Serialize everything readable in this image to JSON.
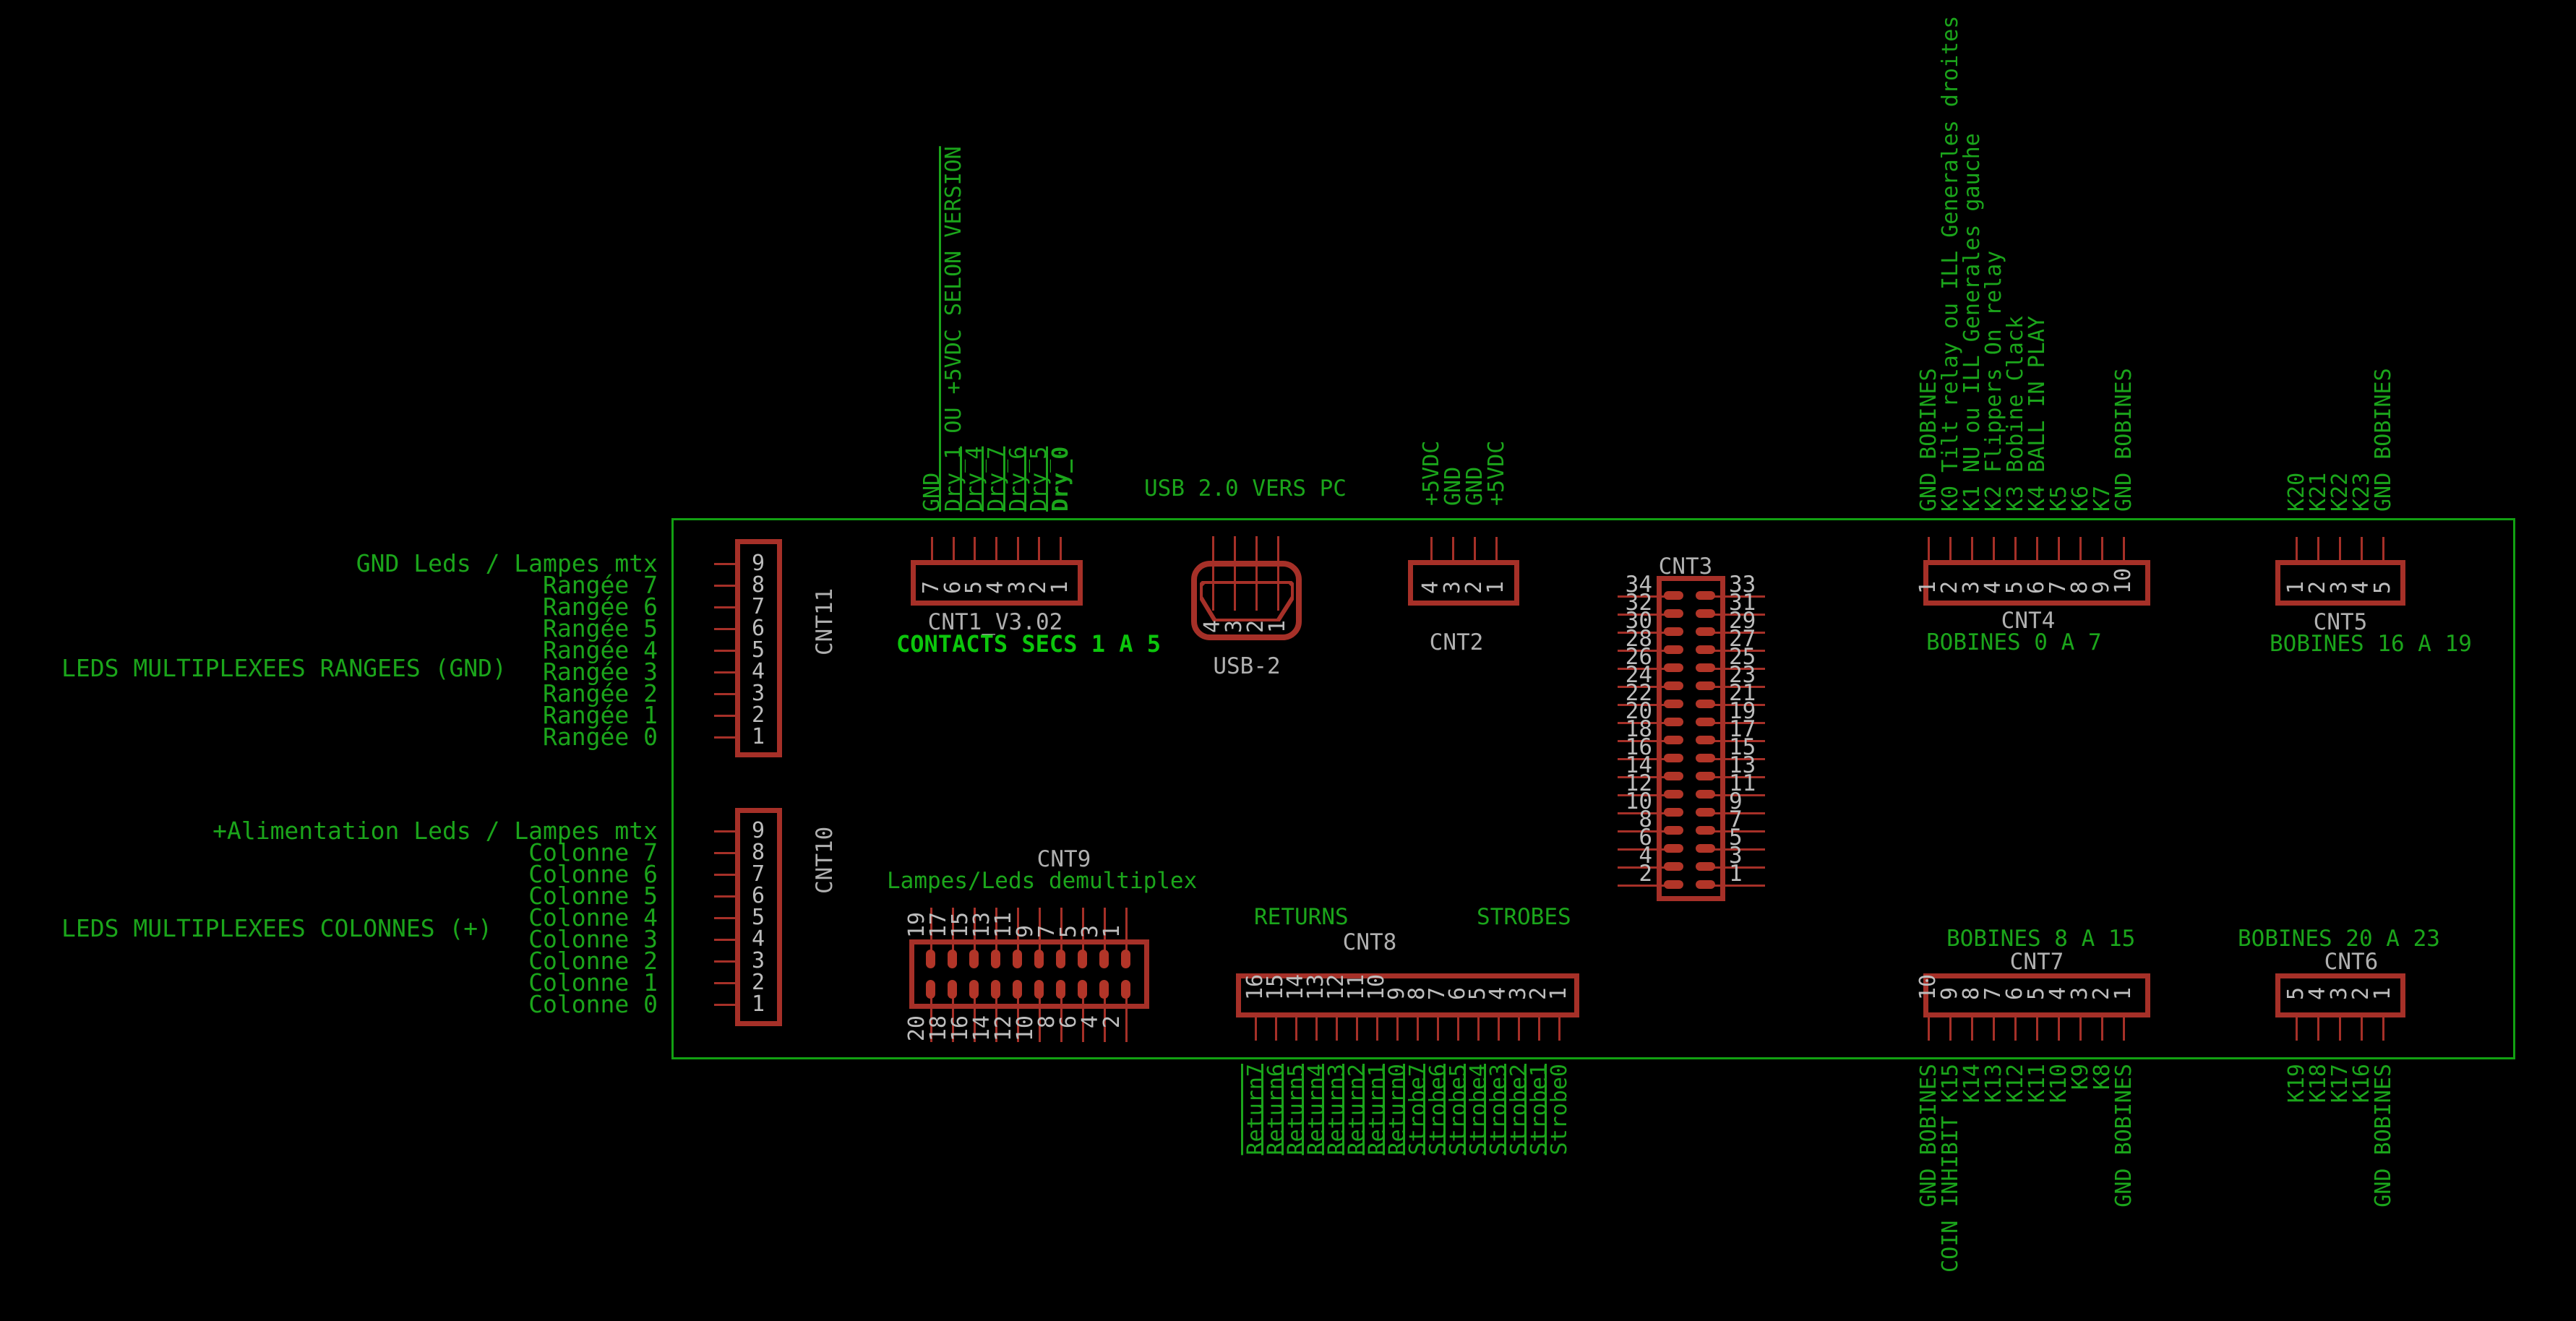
{
  "board": {
    "title": "USB 2.0 VERS PC"
  },
  "colors": {
    "background": "#000000",
    "outline_green": "#12a012",
    "text_green": "#1ba51b",
    "text_green_bright": "#0cc60c",
    "connector_red": "#a63028",
    "pad_red": "#b23528",
    "number_gray": "#bdbdbd",
    "name_gray": "#b0b0b0"
  },
  "left_panel": {
    "rows_title": "GND Leds / Lampes mtx",
    "rows": [
      "Rangée 7",
      "Rangée 6",
      "Rangée 5",
      "Rangée 4",
      "Rangée 3",
      "Rangée 2",
      "Rangée 1",
      "Rangée 0"
    ],
    "rows_caption": "LEDS MULTIPLEXEES RANGEES (GND)",
    "cols_title": "+Alimentation Leds / Lampes mtx",
    "cols": [
      "Colonne 7",
      "Colonne 6",
      "Colonne 5",
      "Colonne 4",
      "Colonne 3",
      "Colonne 2",
      "Colonne 1",
      "Colonne 0"
    ],
    "cols_caption": "LEDS MULTIPLEXEES COLONNES (+)"
  },
  "connectors": {
    "cnt1": {
      "name": "CNT1_V3.02",
      "title": "CONTACTS SECS 1 A 5",
      "pins": [
        7,
        6,
        5,
        4,
        3,
        2,
        1
      ],
      "signals": [
        "GND",
        "Dry_1 OU +5VDC SELON VERSION",
        "Dry_4",
        "Dry_7",
        "Dry_6",
        "Dry_5",
        "Dry_0"
      ]
    },
    "usb2": {
      "name": "USB-2",
      "pins": [
        4,
        3,
        2,
        1
      ]
    },
    "cnt2": {
      "name": "CNT2",
      "pins": [
        4,
        3,
        2,
        1
      ],
      "signals": [
        "+5VDC",
        "GND",
        "GND",
        "+5VDC"
      ]
    },
    "cnt3": {
      "name": "CNT3",
      "left_pins": [
        34,
        32,
        30,
        28,
        26,
        24,
        22,
        20,
        18,
        16,
        14,
        12,
        10,
        8,
        6,
        4,
        2
      ],
      "right_pins": [
        33,
        31,
        29,
        27,
        25,
        23,
        21,
        19,
        17,
        15,
        13,
        11,
        9,
        7,
        5,
        3,
        1
      ]
    },
    "cnt4": {
      "name": "CNT4",
      "title": "BOBINES 0 A 7",
      "pins": [
        1,
        2,
        3,
        4,
        5,
        6,
        7,
        8,
        9,
        10
      ],
      "signals": [
        "GND BOBINES",
        "K0 Tilt relay ou ILL Generales droites",
        "K1 NU ou ILL Generales gauche",
        "K2 Flippers On relay",
        "K3 Bobine Clack",
        "K4 BALL IN PLAY",
        "K5",
        "K6",
        "K7",
        "GND BOBINES"
      ]
    },
    "cnt5": {
      "name": "CNT5",
      "title": "BOBINES 16 A 19",
      "pins": [
        1,
        2,
        3,
        4,
        5
      ],
      "signals": [
        "K20",
        "K21",
        "K22",
        "K23",
        "GND BOBINES"
      ]
    },
    "cnt9": {
      "name": "CNT9",
      "title": "Lampes/Leds demultiplex",
      "top_pins": [
        19,
        17,
        15,
        13,
        11,
        9,
        7,
        5,
        3,
        1
      ],
      "bottom_pins": [
        20,
        18,
        16,
        14,
        12,
        10,
        8,
        6,
        4,
        2
      ]
    },
    "cnt8": {
      "name": "CNT8",
      "left_title": "RETURNS",
      "right_title": "STROBES",
      "pins": [
        16,
        15,
        14,
        13,
        12,
        11,
        10,
        9,
        8,
        7,
        6,
        5,
        4,
        3,
        2,
        1
      ],
      "signals": [
        "Return7",
        "Return6",
        "Return5",
        "Return4",
        "Return3",
        "Return2",
        "Return1",
        "Return0",
        "Strobe7",
        "Strobe6",
        "Strobe5",
        "Strobe4",
        "Strobe3",
        "Strobe2",
        "Strobe1",
        "Strobe0"
      ]
    },
    "cnt7": {
      "name": "CNT7",
      "title": "BOBINES 8 A 15",
      "pins": [
        10,
        9,
        8,
        7,
        6,
        5,
        4,
        3,
        2,
        1
      ],
      "signals": [
        "GND BOBINES",
        "COIN INHIBIT  K15",
        "K14",
        "K13",
        "K12",
        "K11",
        "K10",
        "K9",
        "K8",
        "GND BOBINES"
      ]
    },
    "cnt6": {
      "name": "CNT6",
      "title": "BOBINES 20 A 23",
      "pins": [
        5,
        4,
        3,
        2,
        1
      ],
      "signals": [
        "K19",
        "K18",
        "K17",
        "K16",
        "GND BOBINES"
      ]
    },
    "cnt10": {
      "name": "CNT10",
      "pins": [
        9,
        8,
        7,
        6,
        5,
        4,
        3,
        2,
        1
      ]
    },
    "cnt11": {
      "name": "CNT11",
      "pins": [
        9,
        8,
        7,
        6,
        5,
        4,
        3,
        2,
        1
      ]
    }
  }
}
